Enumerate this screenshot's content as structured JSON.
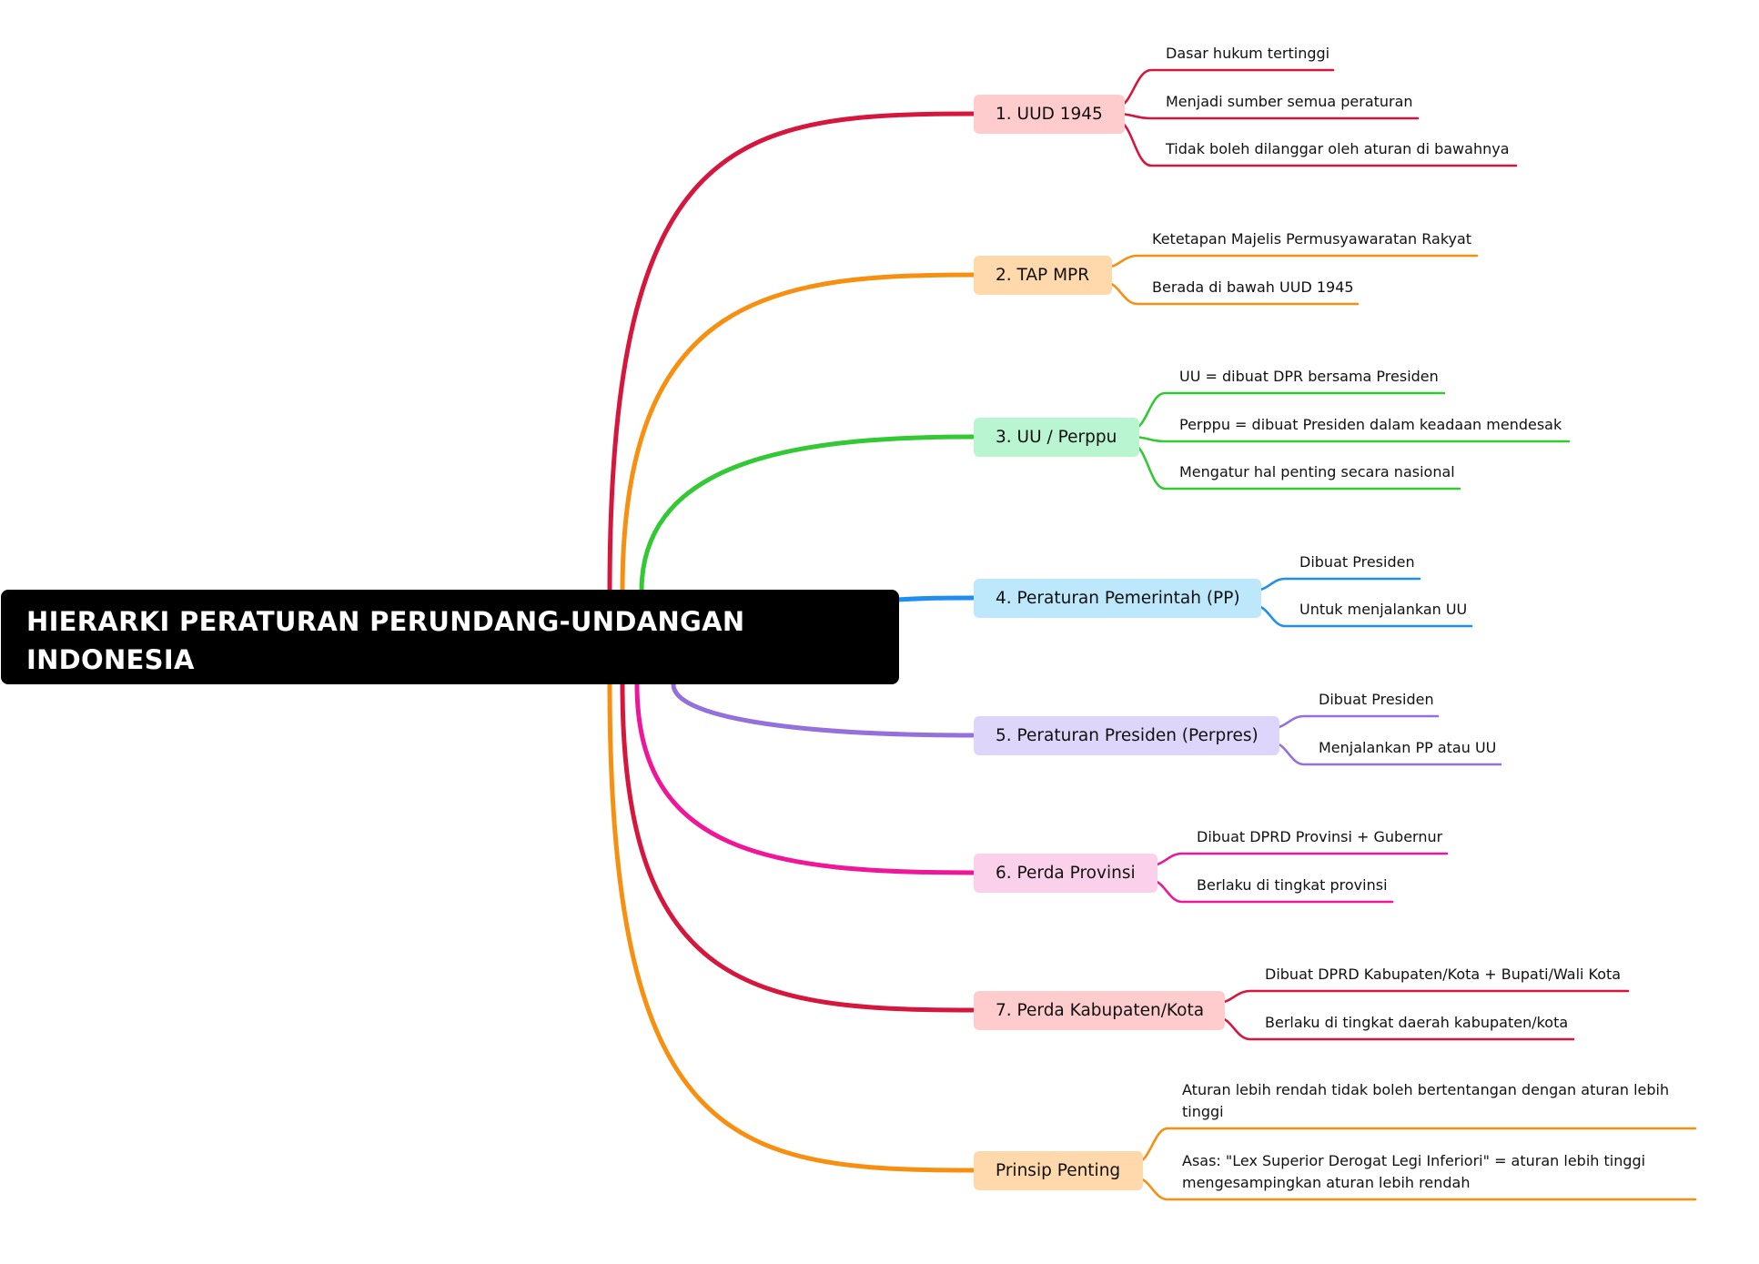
{
  "root": {
    "title": "HIERARKI PERATURAN PERUNDANG-UNDANGAN INDONESIA"
  },
  "branches": [
    {
      "label": "1. UUD 1945",
      "color": "#d5173e",
      "fill": "#ffcccd",
      "children": [
        "Dasar hukum tertinggi",
        "Menjadi sumber semua peraturan",
        "Tidak boleh dilanggar oleh aturan di bawahnya"
      ]
    },
    {
      "label": "2. TAP MPR",
      "color": "#f78f10",
      "fill": "#ffd8ab",
      "children": [
        "Ketetapan Majelis Permusyawaratan Rakyat",
        "Berada di bawah UUD 1945"
      ]
    },
    {
      "label": "3. UU / Perppu",
      "color": "#33c935",
      "fill": "#b9f5d0",
      "children": [
        "UU = dibuat DPR bersama Presiden",
        "Perppu = dibuat Presiden dalam keadaan mendesak",
        "Mengatur hal penting secara nasional"
      ]
    },
    {
      "label": "4. Peraturan Pemerintah (PP)",
      "color": "#1f8ef0",
      "fill": "#bde8fb",
      "children": [
        "Dibuat Presiden",
        "Untuk menjalankan UU"
      ]
    },
    {
      "label": "5. Peraturan Presiden (Perpres)",
      "color": "#9370db",
      "fill": "#ded5fb",
      "children": [
        "Dibuat Presiden",
        "Menjalankan PP atau UU"
      ]
    },
    {
      "label": "6. Perda Provinsi",
      "color": "#f0169a",
      "fill": "#fbd0ea",
      "children": [
        "Dibuat DPRD Provinsi + Gubernur",
        "Berlaku di tingkat provinsi"
      ]
    },
    {
      "label": "7. Perda Kabupaten/Kota",
      "color": "#d5173e",
      "fill": "#ffcccd",
      "children": [
        "Dibuat DPRD Kabupaten/Kota + Bupati/Wali Kota",
        "Berlaku di tingkat daerah kabupaten/kota"
      ]
    },
    {
      "label": "Prinsip Penting",
      "color": "#f78f10",
      "fill": "#ffd8ab",
      "children": [
        "Aturan lebih rendah tidak boleh bertentangan dengan aturan lebih tinggi",
        "Asas: \"Lex Superior Derogat Legi Inferiori\" = aturan lebih tinggi mengesampingkan aturan lebih rendah"
      ]
    }
  ]
}
